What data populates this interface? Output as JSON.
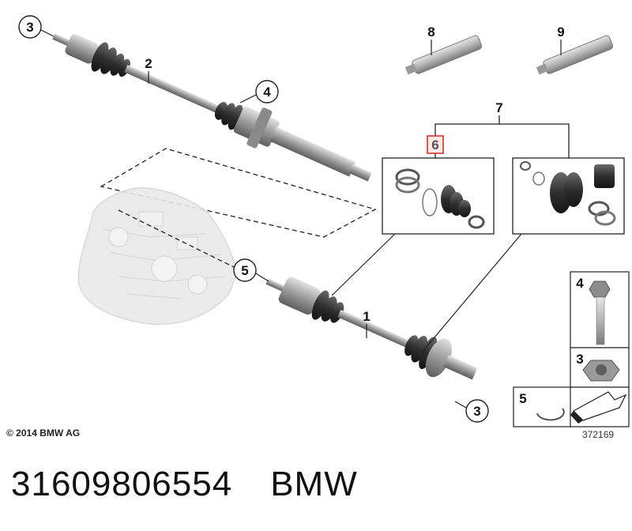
{
  "callouts": {
    "c1": "1",
    "c2": "2",
    "c3a": "3",
    "c3b": "3",
    "c4": "4",
    "c5": "5",
    "c6": "6",
    "c7": "7",
    "c8": "8",
    "c9": "9"
  },
  "legend": {
    "bolt": "4",
    "nut": "3",
    "ring": "5"
  },
  "copyright": "© 2014 BMW AG",
  "diagram_id": "372169",
  "footer": {
    "part_number": "31609806554",
    "brand": "BMW"
  },
  "colors": {
    "highlight": "#d0312d",
    "part_gray": "#a9a9a9",
    "dark_part": "#3a3a3a"
  }
}
